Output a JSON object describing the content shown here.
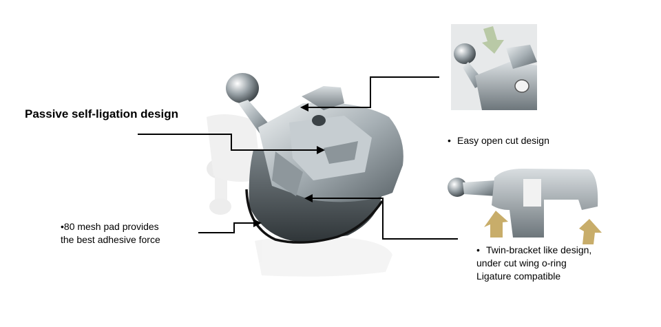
{
  "labels": {
    "passive": "Passive self-ligation design",
    "mesh_line1": "•80 mesh pad provides",
    "mesh_line2": "the best adhesive force",
    "easy": "Easy open cut design",
    "twin_line1": "Twin-bracket like design,",
    "twin_line2": "under cut wing o-ring",
    "twin_line3": "Ligature compatible",
    "bullet": "•"
  },
  "colors": {
    "metal_light": "#d8dde0",
    "metal_mid": "#9aa3a8",
    "metal_dark": "#4a5256",
    "shadow": "#d4d4d4",
    "arrow_green": "#b9c9a6",
    "arrow_tan": "#c8ad6a"
  }
}
